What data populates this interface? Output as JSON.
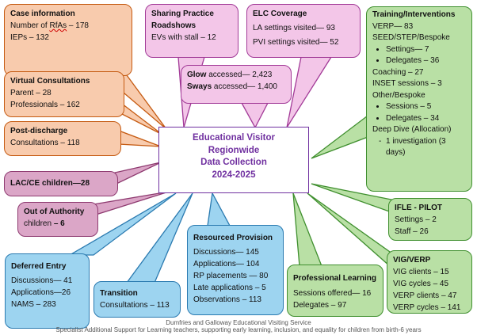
{
  "title": [
    "Educational Visitor",
    "Regionwide",
    "Data Collection",
    "2024-2025"
  ],
  "case_info": {
    "title": "Case information",
    "rfas_prefix": "Number of ",
    "rfas_word": "RfAs",
    "rfas_value": " – 178",
    "ieps": "IEPs – 132"
  },
  "virtual": {
    "title": "Virtual Consultations",
    "parent": "Parent – 28",
    "professionals": "Professionals – 162"
  },
  "post_discharge": {
    "title": "Post-discharge",
    "consultations": "Consultations – 118"
  },
  "lac": {
    "label": "LAC/CE children—28"
  },
  "out_of_authority": {
    "title": "Out of Authority",
    "children_prefix": "children ",
    "children_value": "– 6"
  },
  "deferred": {
    "title": "Deferred Entry",
    "discussions": "Discussions— 41",
    "applications": "Applications—26",
    "nams": "NAMS – 283"
  },
  "transition": {
    "title": "Transition",
    "consultations": "Consultations – 113"
  },
  "sharing": {
    "title1": "Sharing Practice",
    "title2": "Roadshows",
    "evs": "EVs with stall – 12"
  },
  "glow": {
    "glow_label": "Glow",
    "glow_value": " accessed— 2,423",
    "sways_label": "Sways",
    "sways_value": " accessed— 1,400"
  },
  "elc": {
    "title": "ELC Coverage",
    "la": "LA settings visited— 93",
    "pvi": "PVI settings visited— 52"
  },
  "resourced": {
    "title": "Resourced Provision",
    "discussions": "Discussions— 145",
    "applications": "Applications— 104",
    "rp": "RP placements — 80",
    "late": "Late applications – 5",
    "observations": "Observations – 113"
  },
  "professional": {
    "title": "Professional Learning",
    "sessions": "Sessions offered— 16",
    "delegates": "Delegates – 97"
  },
  "training": {
    "title": "Training/Interventions",
    "verp": "VERP— 83",
    "seed": "SEED/STEP/Bespoke",
    "seed_items": [
      "Settings— 7",
      "Delegates – 36"
    ],
    "coaching": "Coaching – 27",
    "inset": "INSET sessions – 3",
    "other": "Other/Bespoke",
    "other_items": [
      "Sessions – 5",
      "Delegates – 34"
    ],
    "deep_dive": "Deep Dive (Allocation)",
    "deep_item": "1 investigation (3 days)"
  },
  "ifle": {
    "title": "IFLE - PILOT",
    "settings": "Settings – 2",
    "staff": "Staff – 26"
  },
  "vig": {
    "title": "VIG/VERP",
    "vig_clients": "VIG clients – 15",
    "vig_cycles": "VIG cycles – 45",
    "verp_clients": "VERP clients – 47",
    "verp_cycles": "VERP cycles – 141"
  },
  "footer": {
    "line1": "Dumfries and Galloway Educational Visiting Service",
    "line2": "Specialist Additional Support for Learning teachers, supporting early learning, inclusion, and equality for children from birth-6 years"
  },
  "colors": {
    "orange": "#f8cbad",
    "pink": "#f3c6e8",
    "mauve": "#dba6c7",
    "blue": "#9dd4f0",
    "green": "#b9e0a5",
    "title": "#7030a0"
  }
}
